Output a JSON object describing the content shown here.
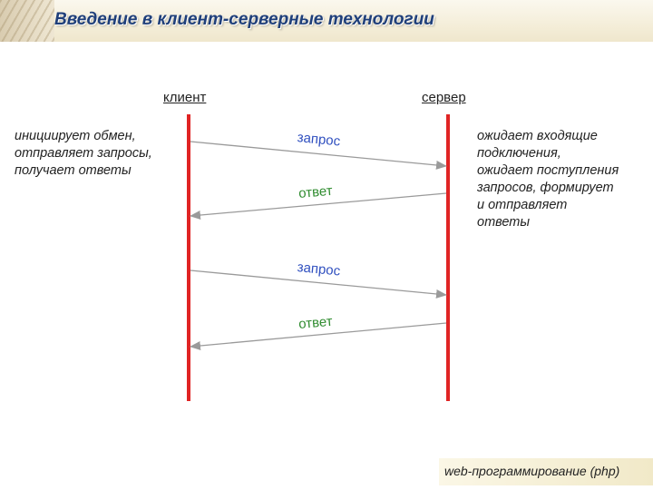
{
  "header": {
    "title": "Введение в клиент-серверные технологии"
  },
  "diagram": {
    "client_label": "клиент",
    "server_label": "сервер",
    "client_description": [
      "инициирует обмен,",
      "отправляет запросы,",
      "получает ответы"
    ],
    "server_description": [
      "ожидает входящие",
      "подключения,",
      "ожидает поступления",
      "запросов, формирует",
      "и отправляет",
      "ответы"
    ],
    "messages": [
      {
        "label": "запрос",
        "direction": "client-to-server",
        "color": "#2f4fbf"
      },
      {
        "label": "ответ",
        "direction": "server-to-client",
        "color": "#2e8b2e"
      },
      {
        "label": "запрос",
        "direction": "client-to-server",
        "color": "#2f4fbf"
      },
      {
        "label": "ответ",
        "direction": "server-to-client",
        "color": "#2e8b2e"
      }
    ],
    "lifeline_color": "#e02424",
    "arrow_color": "#9a9a9a"
  },
  "footer": {
    "text": "web-программирование (php)"
  }
}
